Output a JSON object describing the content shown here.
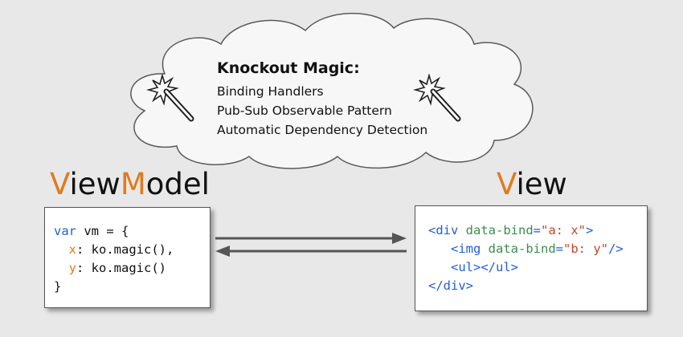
{
  "cloud": {
    "title": "Knockout Magic:",
    "lines": [
      "Binding Handlers",
      "Pub-Sub Observable Pattern",
      "Automatic Dependency Detection"
    ],
    "icons": [
      "magic-wand-icon",
      "magic-wand-icon"
    ]
  },
  "left": {
    "heading_parts": [
      "V",
      "iew",
      "M",
      "odel"
    ],
    "code": {
      "l1_kw": "var",
      "l1_rest": " vm = {",
      "l2_indent": "  ",
      "l2_prop": "x",
      "l2_rest": ": ko.magic(),",
      "l3_indent": "  ",
      "l3_prop": "y",
      "l3_rest": ": ko.magic()",
      "l4": "}"
    }
  },
  "right": {
    "heading_parts": [
      "V",
      "iew"
    ],
    "code": {
      "l1_open": "<div ",
      "l1_attr": "data-bind",
      "l1_eq": "=",
      "l1_str": "\"a: x\"",
      "l1_close": ">",
      "l2_indent": "   ",
      "l2_open": "<img ",
      "l2_attr": "data-bind",
      "l2_eq": "=",
      "l2_str": "\"b: y\"",
      "l2_close": "/>",
      "l3_indent": "   ",
      "l3_tags": "<ul></ul>",
      "l4": "</div>"
    }
  },
  "arrows": [
    "right-arrow",
    "left-arrow"
  ],
  "colors": {
    "accent": "#e07a1e",
    "keyword": "#1f5fd6",
    "attribute": "#3a8f4a",
    "string": "#c2452b",
    "background": "#e8e8e8"
  }
}
